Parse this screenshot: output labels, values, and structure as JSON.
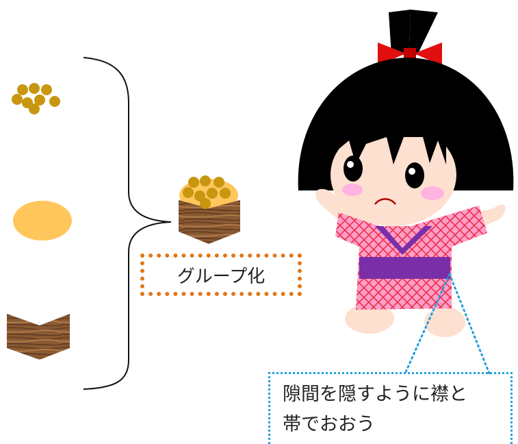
{
  "group_label": "グループ化",
  "note": {
    "line1": "隙間を隠すように襟と",
    "line2": "帯でおおう"
  }
}
